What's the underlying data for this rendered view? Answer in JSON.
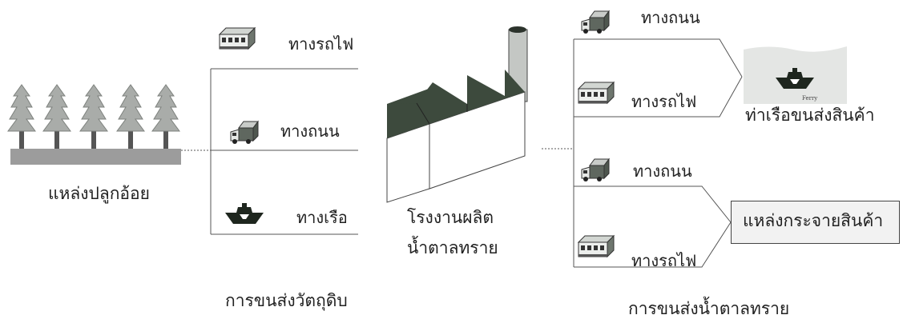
{
  "source": {
    "label": "แหล่งปลูกอ้อย"
  },
  "raw_transport": {
    "caption": "การขนส่งวัตถุดิบ",
    "modes": [
      {
        "key": "rail",
        "label": "ทางรถไฟ",
        "icon": "train-icon"
      },
      {
        "key": "road",
        "label": "ทางถนน",
        "icon": "truck-icon"
      },
      {
        "key": "ship",
        "label": "ทางเรือ",
        "icon": "ship-icon"
      }
    ]
  },
  "factory": {
    "line1": "โรงงานผลิต",
    "line2": "น้ำตาลทราย"
  },
  "product_transport": {
    "caption": "การขนส่งน้ำตาลทราย",
    "to_port": [
      {
        "key": "road",
        "label": "ทางถนน",
        "icon": "truck-icon"
      },
      {
        "key": "rail",
        "label": "ทางรถไฟ",
        "icon": "train-icon"
      }
    ],
    "to_distribution": [
      {
        "key": "road",
        "label": "ทางถนน",
        "icon": "truck-icon"
      },
      {
        "key": "rail",
        "label": "ทางรถไฟ",
        "icon": "train-icon"
      }
    ]
  },
  "port": {
    "label": "ท่าเรือขนส่งสินค้า",
    "ship_tag": "Ferry"
  },
  "distribution": {
    "label": "แหล่งกระจายสินค้า"
  },
  "colors": {
    "line": "#555555",
    "tree": "#a9aca9",
    "roof": "#3d4a3d",
    "ground": "#9c9c9c",
    "ship": "#1e261e"
  }
}
